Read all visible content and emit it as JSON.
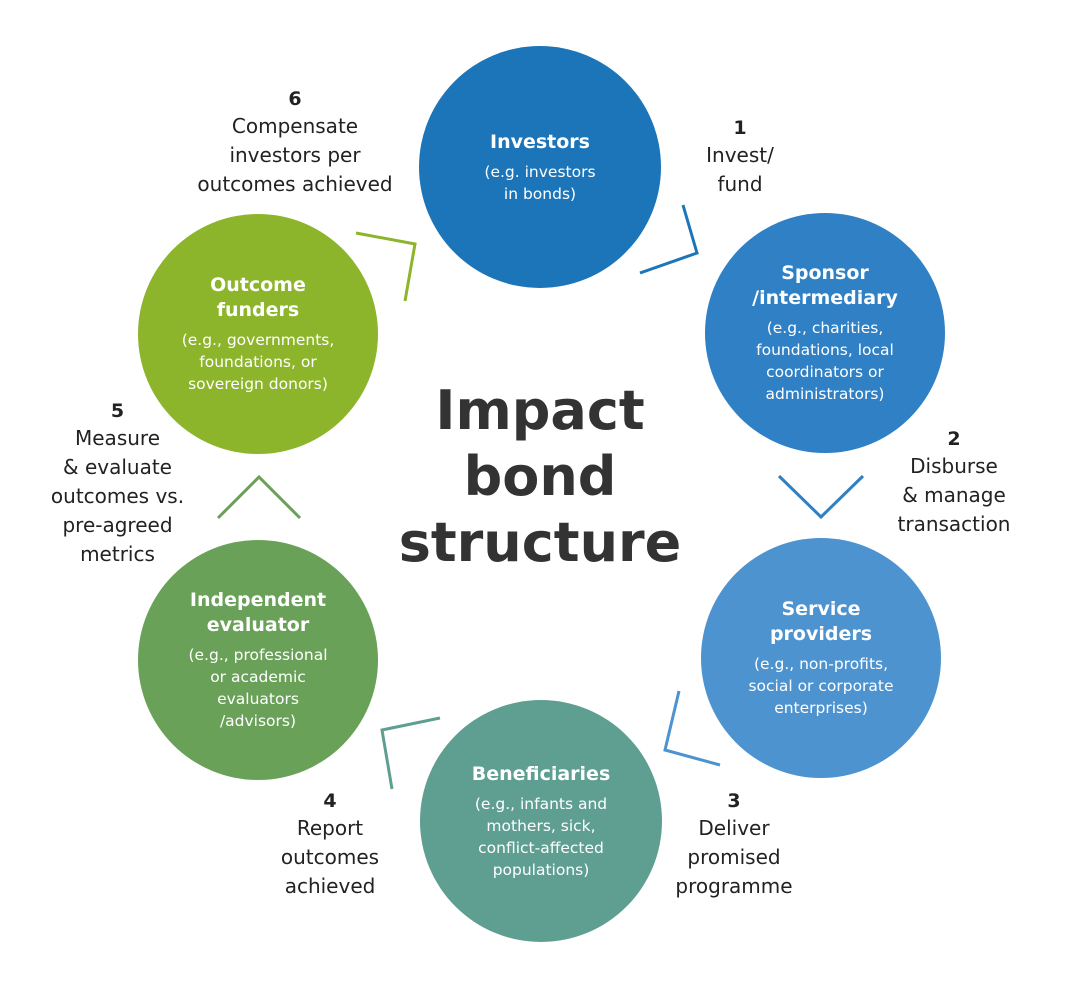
{
  "center_title": [
    "Impact",
    "bond",
    "structure"
  ],
  "nodes": {
    "investors": {
      "title": [
        "Investors"
      ],
      "desc": [
        "(e.g. investors",
        "in bonds)"
      ],
      "color": "#1b75b8"
    },
    "sponsor": {
      "title": [
        "Sponsor",
        "/intermediary"
      ],
      "desc": [
        "(e.g., charities,",
        "foundations, local",
        "coordinators or",
        "administrators)"
      ],
      "color": "#2f80c4"
    },
    "service": {
      "title": [
        "Service",
        "providers"
      ],
      "desc": [
        "(e.g., non-profits,",
        "social or corporate",
        "enterprises)"
      ],
      "color": "#4d93d0"
    },
    "beneficiaries": {
      "title": [
        "Beneficiaries"
      ],
      "desc": [
        "(e.g., infants and",
        "mothers, sick,",
        "conflict-affected",
        "populations)"
      ],
      "color": "#5f9f91"
    },
    "evaluator": {
      "title": [
        "Independent",
        "evaluator"
      ],
      "desc": [
        "(e.g., professional",
        "or academic",
        "evaluators",
        "/advisors)"
      ],
      "color": "#6aa159"
    },
    "funders": {
      "title": [
        "Outcome",
        "funders"
      ],
      "desc": [
        "(e.g., governments,",
        "foundations, or",
        "sovereign donors)"
      ],
      "color": "#8db52b"
    }
  },
  "steps": [
    {
      "number": "1",
      "lines": [
        "Invest/",
        "fund"
      ]
    },
    {
      "number": "2",
      "lines": [
        "Disburse",
        "& manage",
        "transaction"
      ]
    },
    {
      "number": "3",
      "lines": [
        "Deliver",
        "promised",
        "programme"
      ]
    },
    {
      "number": "4",
      "lines": [
        "Report",
        "outcomes",
        "achieved"
      ]
    },
    {
      "number": "5",
      "lines": [
        "Measure",
        "& evaluate",
        "outcomes vs.",
        "pre-agreed",
        "metrics"
      ]
    },
    {
      "number": "6",
      "lines": [
        "Compensate",
        "investors per",
        "outcomes achieved"
      ]
    }
  ],
  "connector_colors": {
    "investors_to_sponsor": "#1b75b8",
    "sponsor_to_service": "#2f80c4",
    "service_to_beneficiaries": "#4d93d0",
    "beneficiaries_to_evaluator": "#5f9f91",
    "evaluator_to_funders": "#6aa159",
    "funders_to_investors": "#8db52b"
  }
}
